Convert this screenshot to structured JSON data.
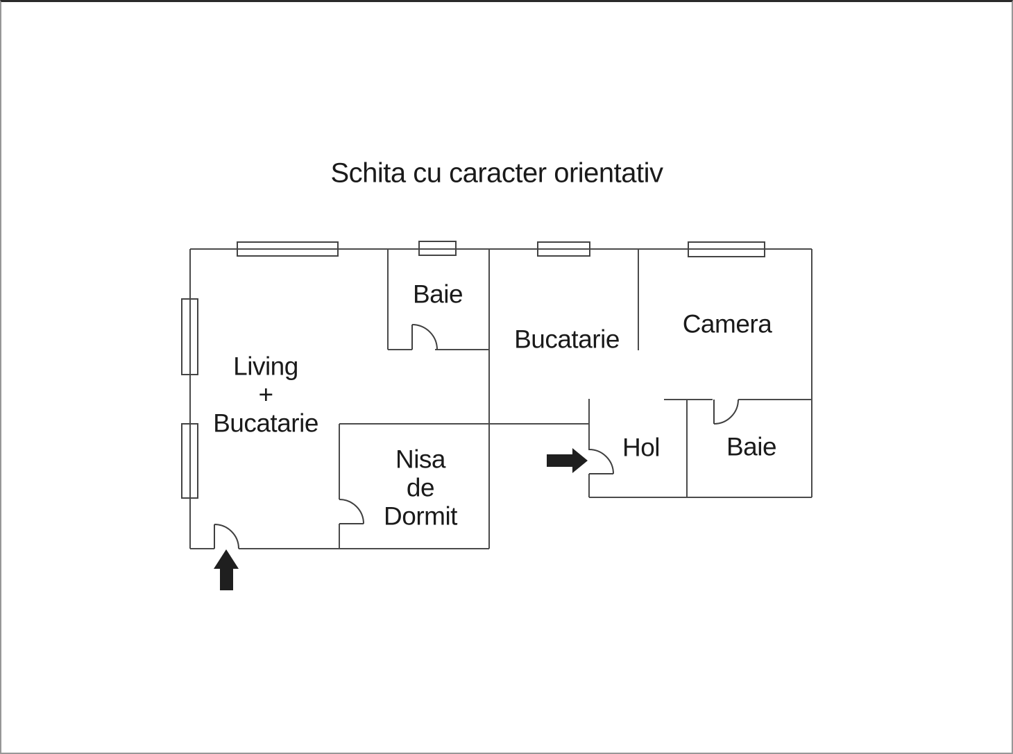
{
  "title": "Schita cu caracter orientativ",
  "colors": {
    "background": "#ffffff",
    "frame": "#979797",
    "frame_top": "#2a2a2a",
    "wall": "#4a4a4a",
    "window": "#434343",
    "door": "#3f3f3f",
    "arrow": "#1f1f1f",
    "text": "#1a1a1a"
  },
  "rooms": {
    "living": {
      "line1": "Living",
      "line2": "+",
      "line3": "Bucatarie"
    },
    "baie_top": {
      "label": "Baie"
    },
    "bucatarie": {
      "label": "Bucatarie"
    },
    "camera": {
      "label": "Camera"
    },
    "nisa": {
      "line1": "Nisa",
      "line2": "de",
      "line3": "Dormit"
    },
    "hol": {
      "label": "Hol"
    },
    "baie_right": {
      "label": "Baie"
    }
  },
  "annotations": {
    "main_entrance_arrow_direction": "up",
    "hol_entrance_arrow_direction": "right"
  }
}
